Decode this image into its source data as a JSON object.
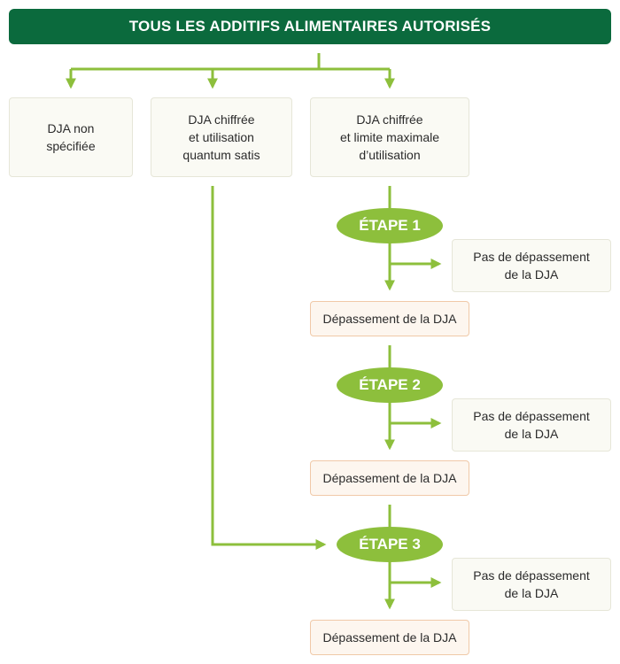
{
  "title": "TOUS LES ADDITIFS ALIMENTAIRES AUTORISÉS",
  "categories": [
    {
      "lines": [
        "DJA non",
        "spécifiée"
      ]
    },
    {
      "lines": [
        "DJA chiffrée",
        "et utilisation",
        "quantum satis"
      ]
    },
    {
      "lines": [
        "DJA chiffrée",
        "et limite maximale",
        "d’utilisation"
      ]
    }
  ],
  "steps": [
    {
      "label": "ÉTAPE 1",
      "no_exceed": [
        "Pas de dépassement",
        "de la DJA"
      ],
      "exceed": "Dépassement de la DJA"
    },
    {
      "label": "ÉTAPE 2",
      "no_exceed": [
        "Pas de dépassement",
        "de la DJA"
      ],
      "exceed": "Dépassement de la DJA"
    },
    {
      "label": "ÉTAPE 3",
      "no_exceed": [
        "Pas de dépassement",
        "de la DJA"
      ],
      "exceed": "Dépassement de la DJA"
    }
  ],
  "colors": {
    "title_bg": "#0b6a3d",
    "accent_green": "#8dbf3c",
    "exceed_border": "#f0c9a8"
  }
}
